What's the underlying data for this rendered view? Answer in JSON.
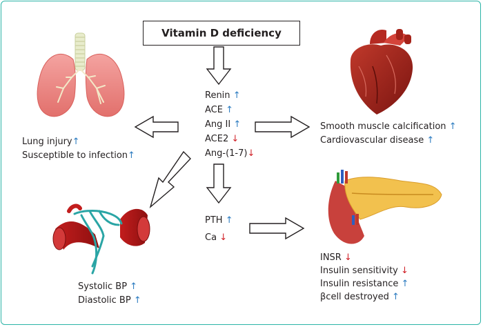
{
  "title": "Vitamin D deficiency",
  "colors": {
    "frame": "#2ab3a6",
    "up_arrow": "#2b7bc0",
    "down_arrow": "#d02027"
  },
  "raas": [
    {
      "text": "Renin",
      "dir": "up"
    },
    {
      "text": "ACE",
      "dir": "up"
    },
    {
      "text": "Ang II",
      "dir": "up"
    },
    {
      "text": "ACE2",
      "dir": "down"
    },
    {
      "text": "Ang-(1-7)",
      "dir": "down"
    }
  ],
  "calcium": [
    {
      "text": "PTH",
      "dir": "up"
    },
    {
      "text": "Ca",
      "dir": "down"
    }
  ],
  "lung": {
    "icon": "lungs-icon",
    "effects": [
      {
        "text": "Lung injury",
        "dir": "up"
      },
      {
        "text": "Susceptible to infection",
        "dir": "up"
      }
    ]
  },
  "heart": {
    "icon": "heart-icon",
    "effects": [
      {
        "text": "Smooth muscle calcification",
        "dir": "up"
      },
      {
        "text": "Cardiovascular disease",
        "dir": "up"
      }
    ]
  },
  "vessel": {
    "icon": "blood-vessel-icon",
    "effects": [
      {
        "text": "Systolic BP",
        "dir": "up"
      },
      {
        "text": "Diastolic BP",
        "dir": "up"
      }
    ]
  },
  "pancreas": {
    "icon": "pancreas-icon",
    "effects": [
      {
        "text": "INSR",
        "dir": "down"
      },
      {
        "text": "Insulin sensitivity",
        "dir": "down"
      },
      {
        "text": "Insulin resistance",
        "dir": "up"
      },
      {
        "text": "βcell destroyed",
        "dir": "up"
      }
    ]
  },
  "arrow_glyphs": {
    "up": "↑",
    "down": "↓"
  }
}
